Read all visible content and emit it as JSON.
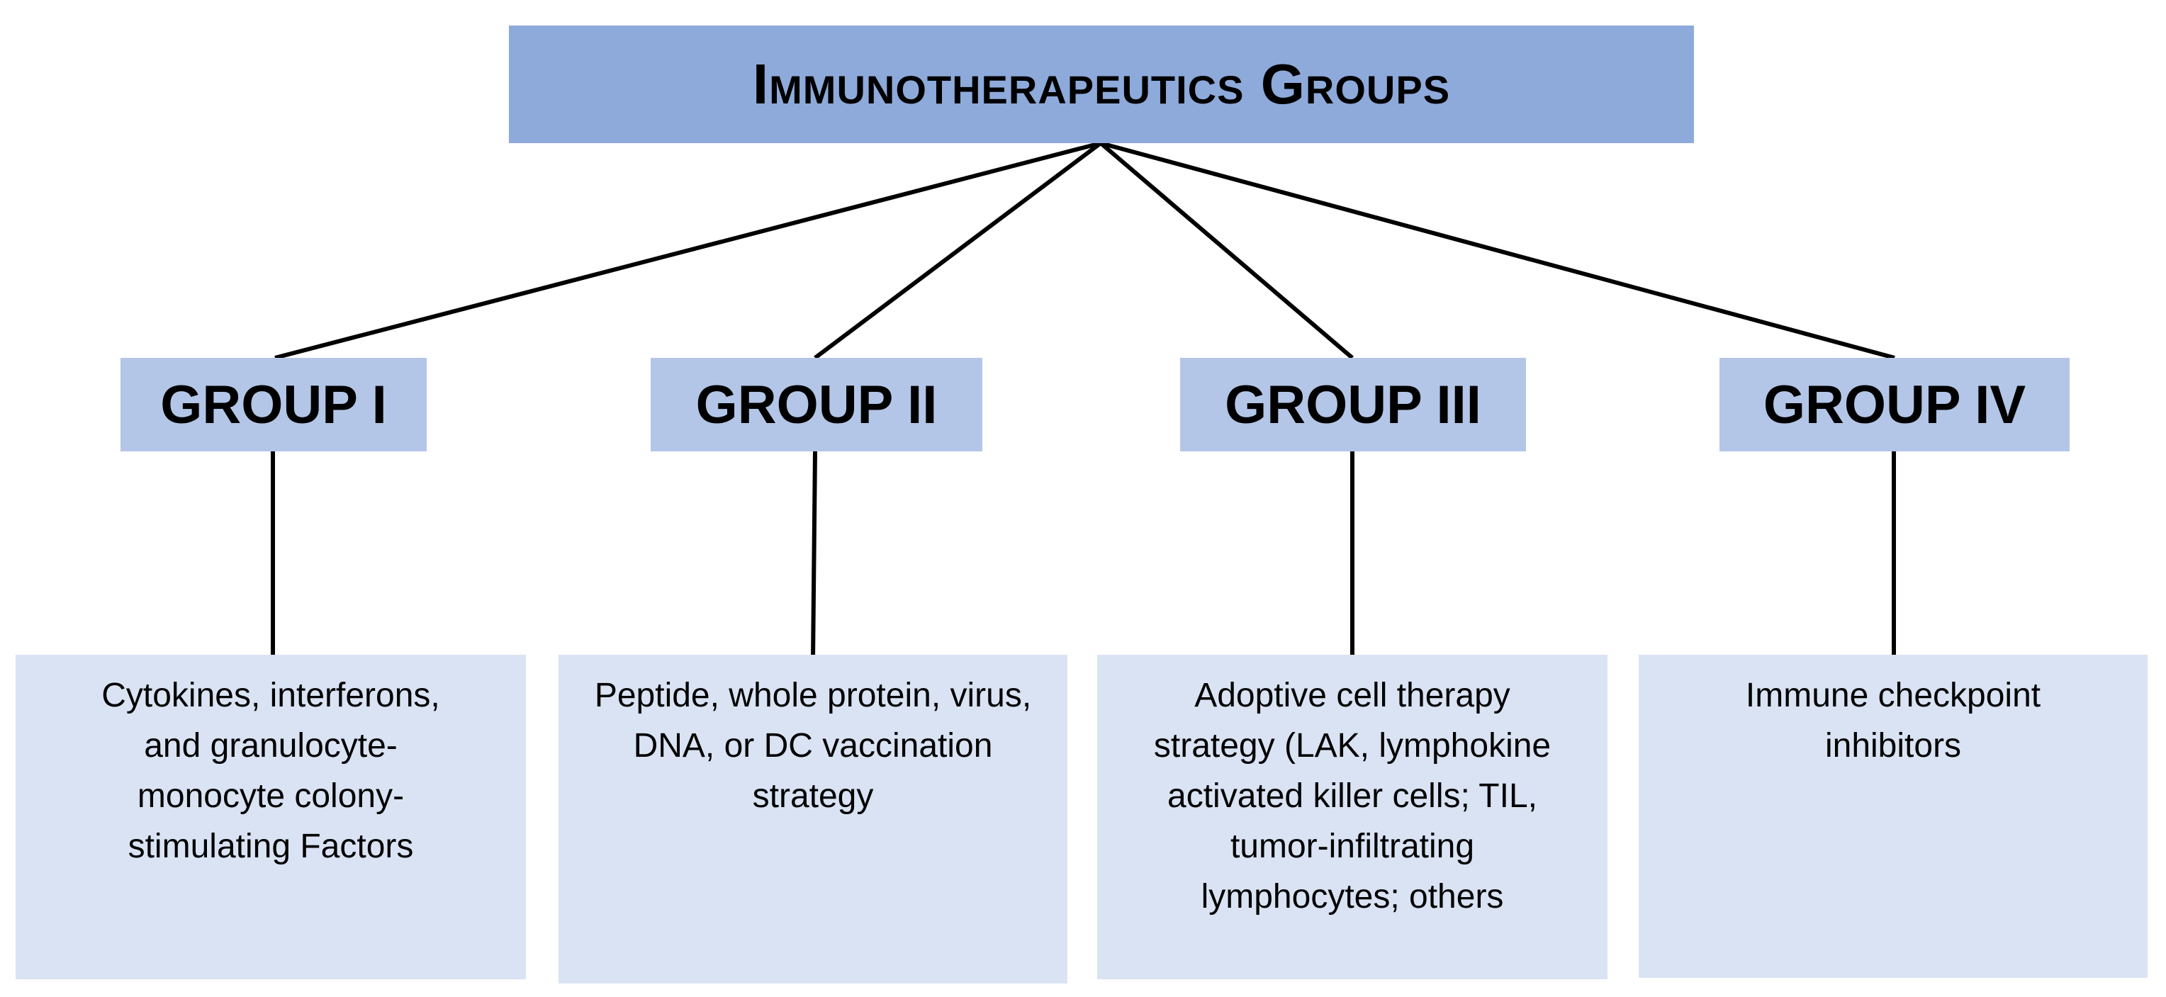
{
  "title": "Immunotherapeutics Groups",
  "groups": [
    {
      "label": "GROUP I",
      "description": "Cytokines, interferons, and granulocyte-monocyte colony-stimulating Factors"
    },
    {
      "label": "GROUP II",
      "description": "Peptide, whole protein, virus, DNA, or DC vaccination strategy"
    },
    {
      "label": "GROUP III",
      "description": "Adoptive cell therapy strategy (LAK, lymphokine activated killer cells; TIL, tumor-infiltrating lymphocytes; others"
    },
    {
      "label": "GROUP IV",
      "description": "Immune checkpoint inhibitors"
    }
  ],
  "colors": {
    "title_fill": "#8eaadb",
    "group_fill": "#b4c6e7",
    "description_fill": "#dae3f3",
    "connector": "#000000"
  }
}
